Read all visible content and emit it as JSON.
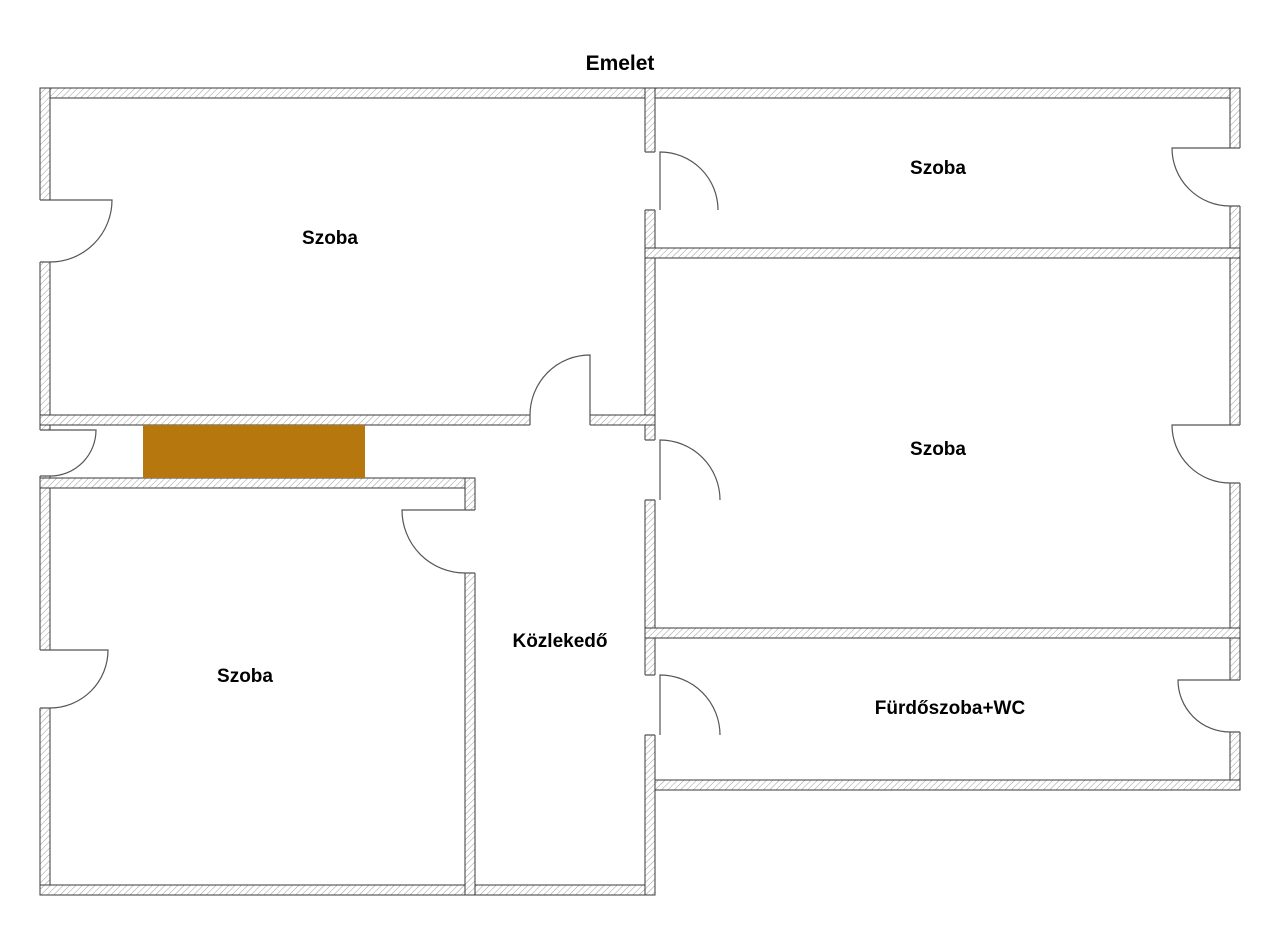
{
  "title": "Emelet",
  "rooms": [
    {
      "name": "room-top-left",
      "label": "Szoba"
    },
    {
      "name": "room-top-right",
      "label": "Szoba"
    },
    {
      "name": "room-middle-right",
      "label": "Szoba"
    },
    {
      "name": "room-bottom-left",
      "label": "Szoba"
    },
    {
      "name": "corridor",
      "label": "Közlekedő"
    },
    {
      "name": "bathroom",
      "label": "Fürdőszoba+WC"
    }
  ],
  "colors": {
    "background": "#ffffff",
    "wall_outline": "#3a3a3a",
    "hatch_line": "#9b9b9b",
    "door_line": "#555555",
    "stairs_fill": "#b5770e",
    "stairs_border": "#8a5a0a",
    "label_text": "#000000"
  }
}
